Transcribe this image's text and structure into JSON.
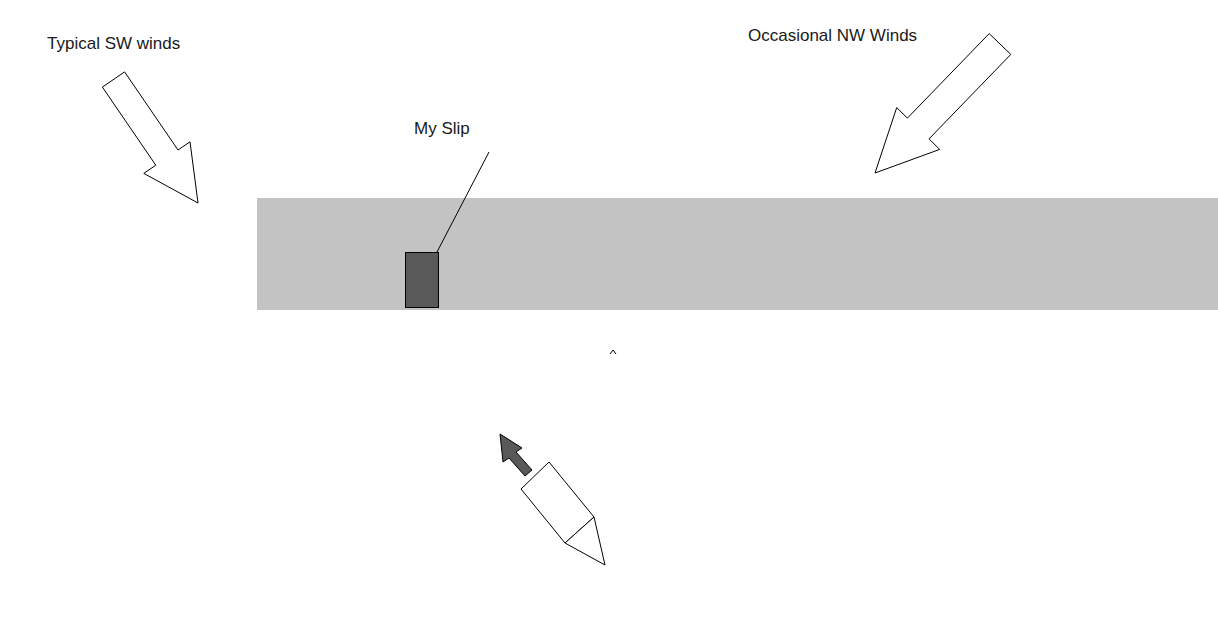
{
  "diagram": {
    "labels": [
      "Typical SW winds",
      "Occasional NW Winds",
      "My Slip"
    ]
  }
}
